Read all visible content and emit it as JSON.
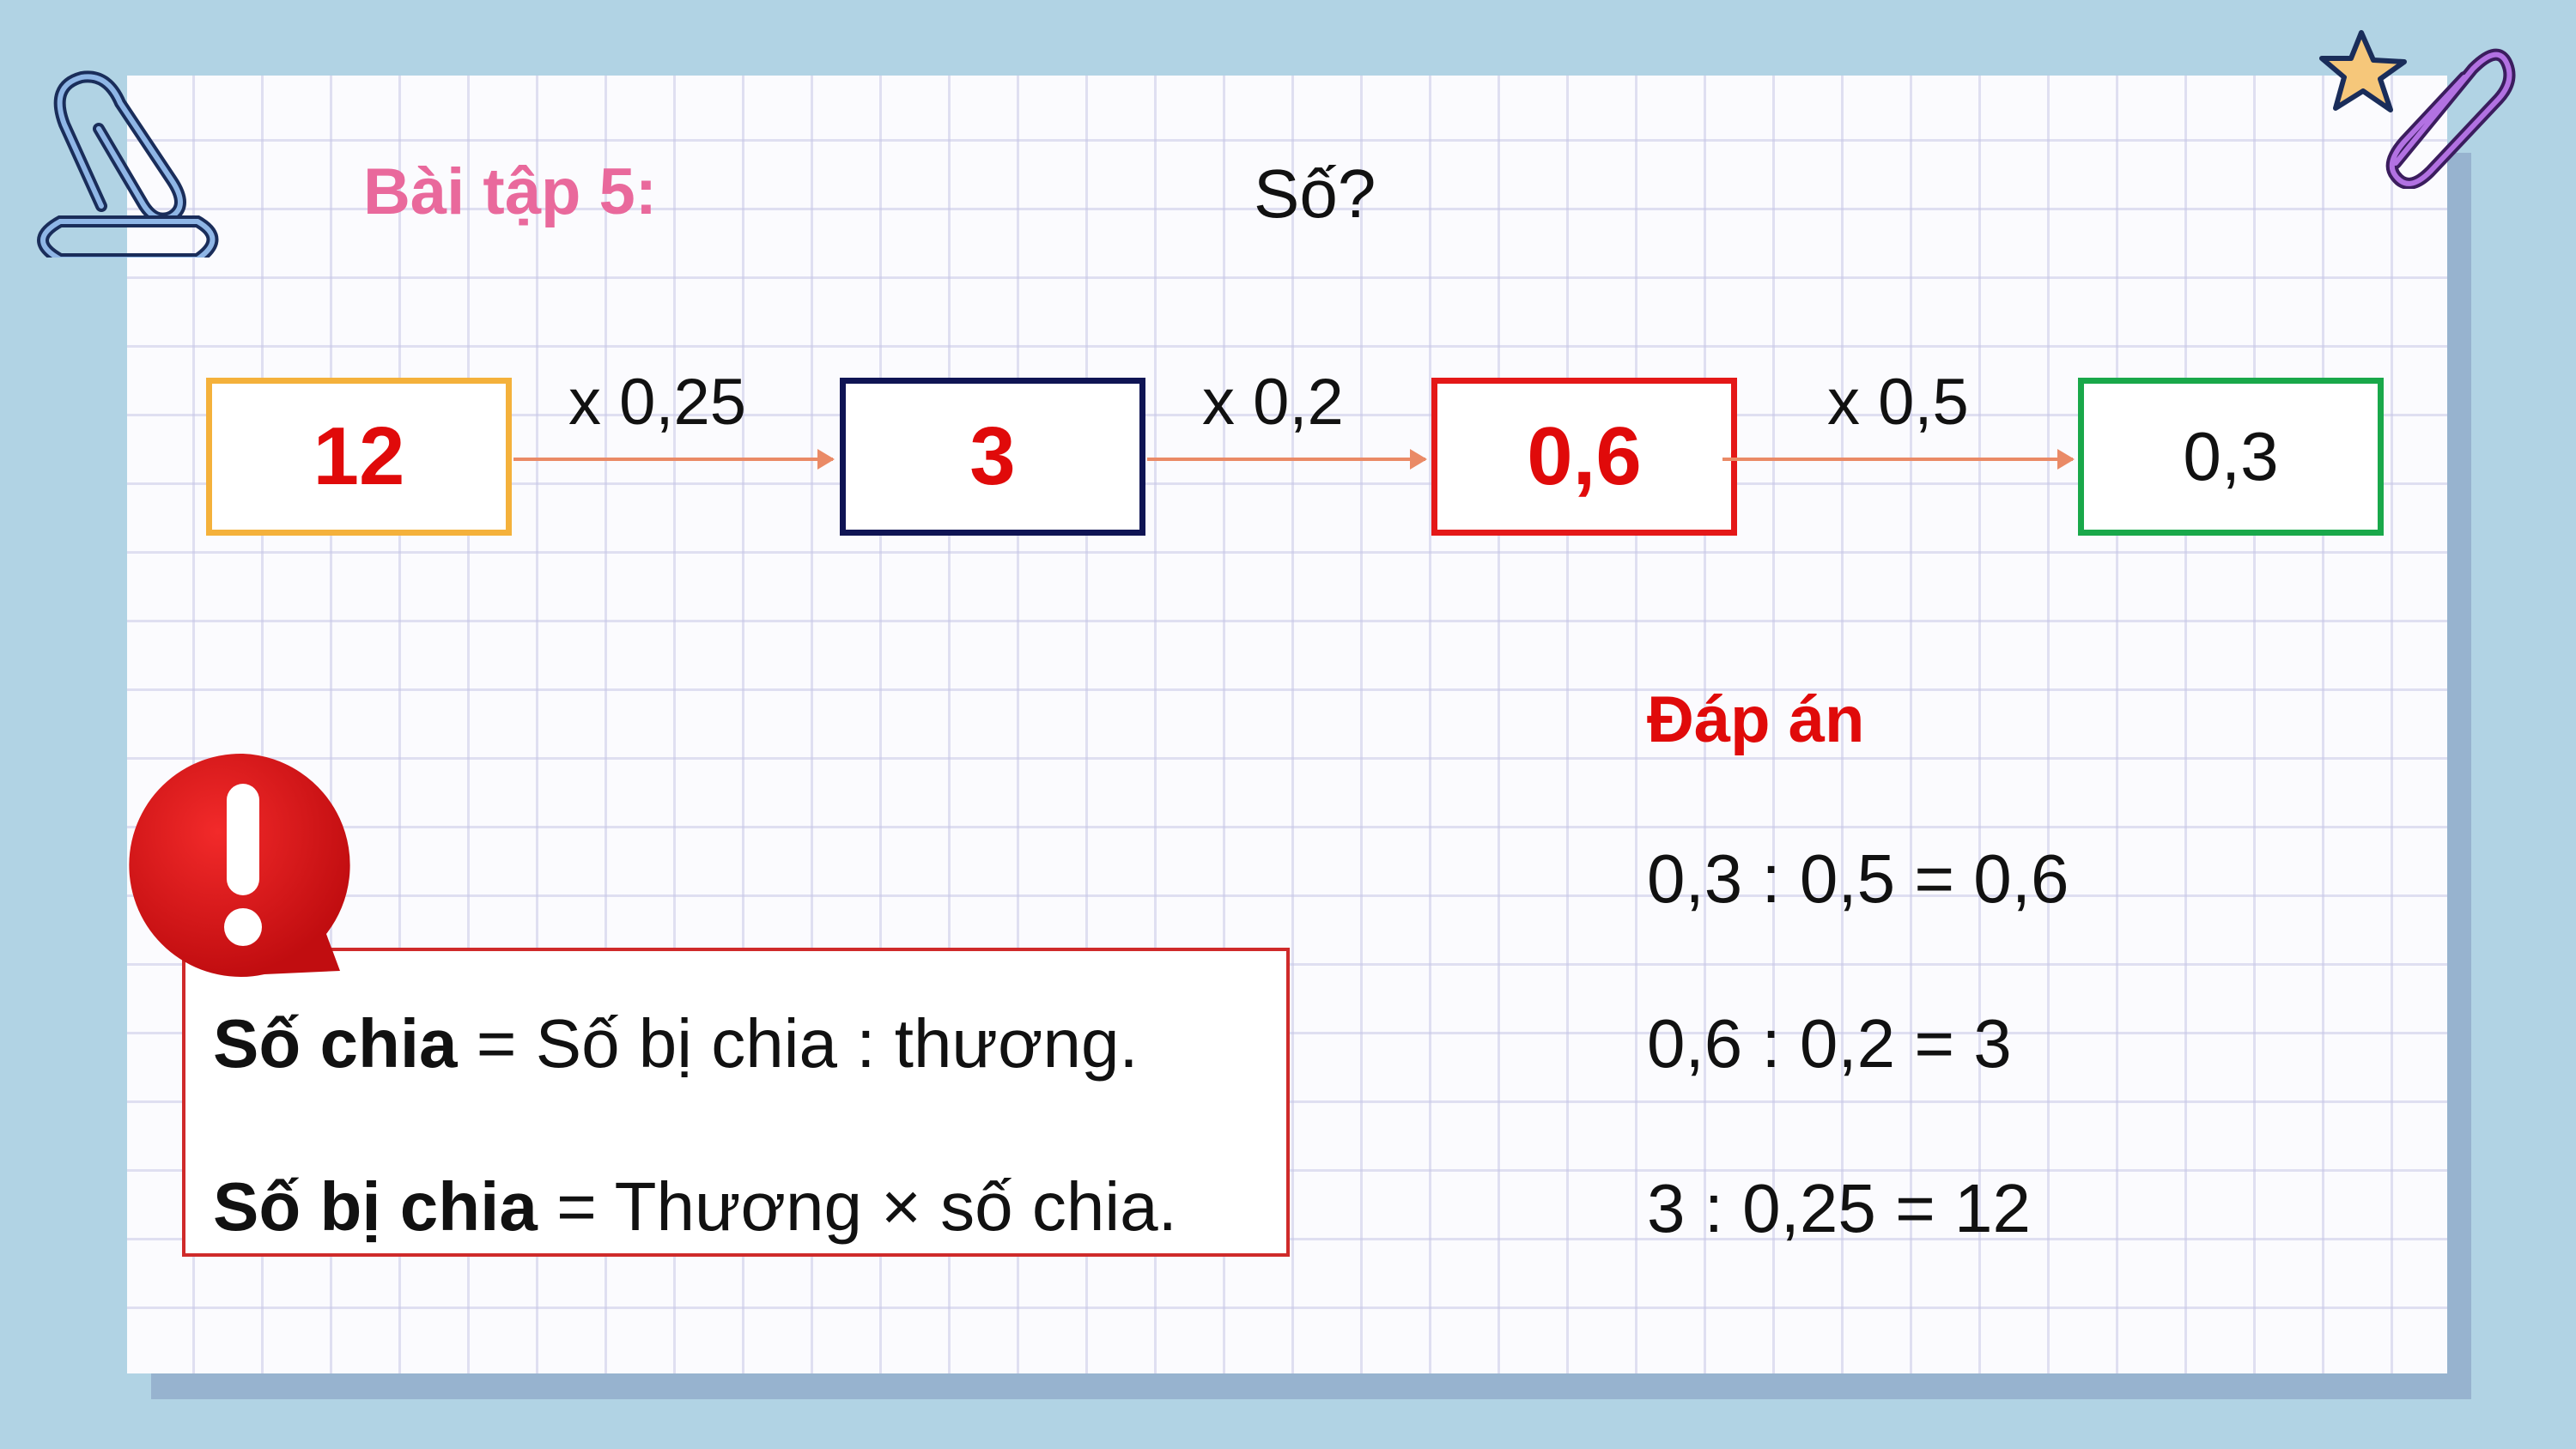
{
  "header": {
    "exercise_label": "Bài tập 5:",
    "question": "Số?"
  },
  "chain": {
    "boxes": [
      "12",
      "3",
      "0,6",
      "0,3"
    ],
    "operations": [
      "x 0,25",
      "x 0,2",
      "x 0,5"
    ]
  },
  "answer": {
    "heading": "Đáp án",
    "lines": [
      "0,3 : 0,5 = 0,6",
      "0,6 : 0,2 = 3",
      "3 : 0,25 = 12"
    ]
  },
  "note": {
    "line1_bold": "Số chia",
    "line1_rest": " = Số bị chia : thương.",
    "line2_bold": "Số bị chia",
    "line2_rest": " = Thương × số chia."
  },
  "icons": [
    "paperclip-icon",
    "star-icon",
    "exclamation-icon"
  ],
  "colors": {
    "background": "#b1d3e4",
    "title_pink": "#e9699c",
    "answer_red": "#e00a0a",
    "arrow": "#ea8a66"
  }
}
